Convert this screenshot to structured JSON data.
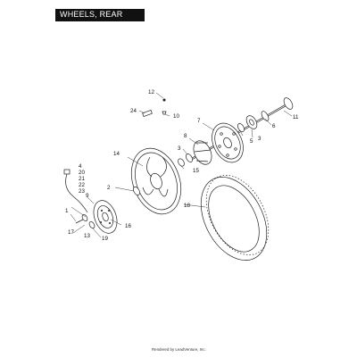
{
  "title": "WHEELS, REAR",
  "footer": "Rendered by LeadVenture, Inc.",
  "callouts": [
    "1",
    "2",
    "3",
    "3",
    "4",
    "5",
    "6",
    "7",
    "8",
    "9",
    "10",
    "11",
    "12",
    "13",
    "14",
    "15",
    "16",
    "17",
    "18",
    "19",
    "20",
    "21",
    "22",
    "23",
    "24"
  ]
}
